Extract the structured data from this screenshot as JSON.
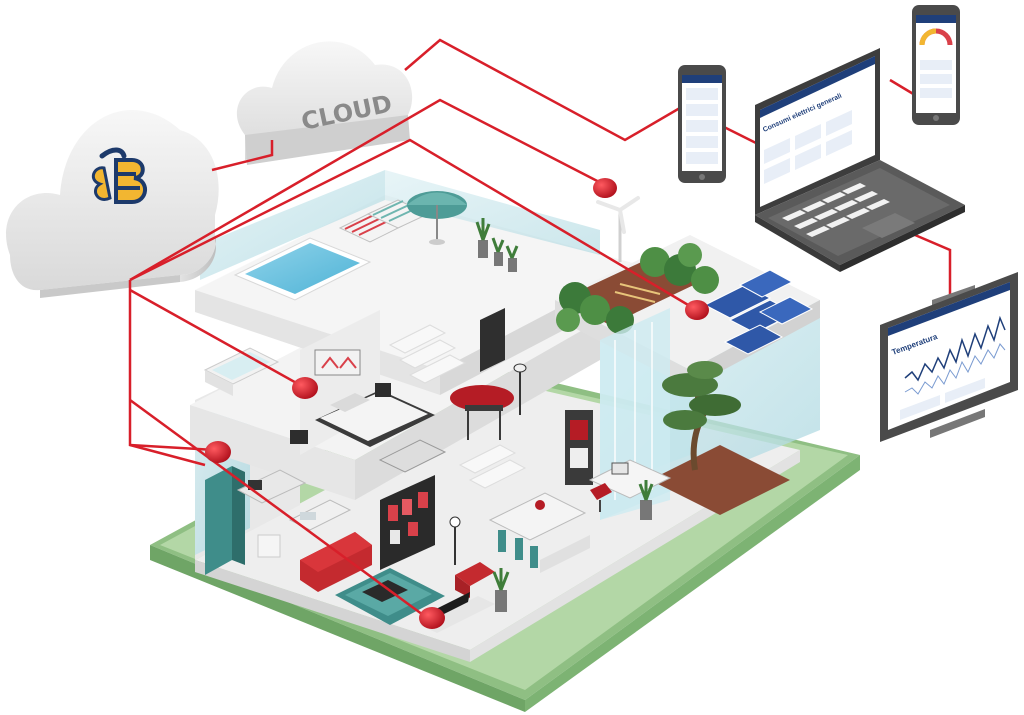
{
  "clouds": {
    "brand_cloud": {
      "icon": "bee-logo-icon"
    },
    "service_cloud": {
      "label": "CLOUD"
    }
  },
  "laptop": {
    "header": "Consumi elettrici generali"
  },
  "tablet": {
    "title": "Temperatura"
  },
  "colors": {
    "connection_line": "#d81f2a",
    "sensor_node": "#c8101e",
    "device_screen_header": "#1f3f7a",
    "garden_base": "#a9d09a",
    "bee_logo_yellow": "#f2b631",
    "bee_logo_navy": "#1d3a6b"
  }
}
